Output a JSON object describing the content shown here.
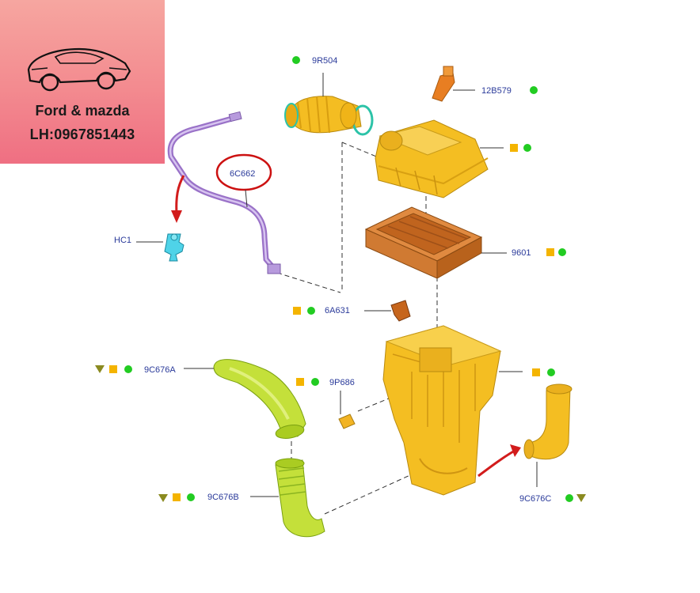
{
  "brand": {
    "line1": "Ford & mazda",
    "line2": "LH:0967851443",
    "car_icon": "sports-car-icon"
  },
  "colors": {
    "part_yellow": "#f4b81a",
    "part_green": "#b8d82a",
    "filter_brown": "#d0722a",
    "tube_purple": "#a884d0",
    "label_blue": "#2a3a9a",
    "marker_green": "#22cc22",
    "marker_orange": "#f4b400",
    "marker_olive": "#8a8a20",
    "highlight_red": "#cc1111"
  },
  "labels": {
    "p9R504": "9R504",
    "p12B579": "12B579",
    "p6C662": "6C662",
    "pHC1": "HC1",
    "p9601": "9601",
    "p6A631": "6A631",
    "p9C676A": "9C676A",
    "p9P686": "9P686",
    "p9C676B": "9C676B",
    "p9C676C": "9C676C"
  }
}
